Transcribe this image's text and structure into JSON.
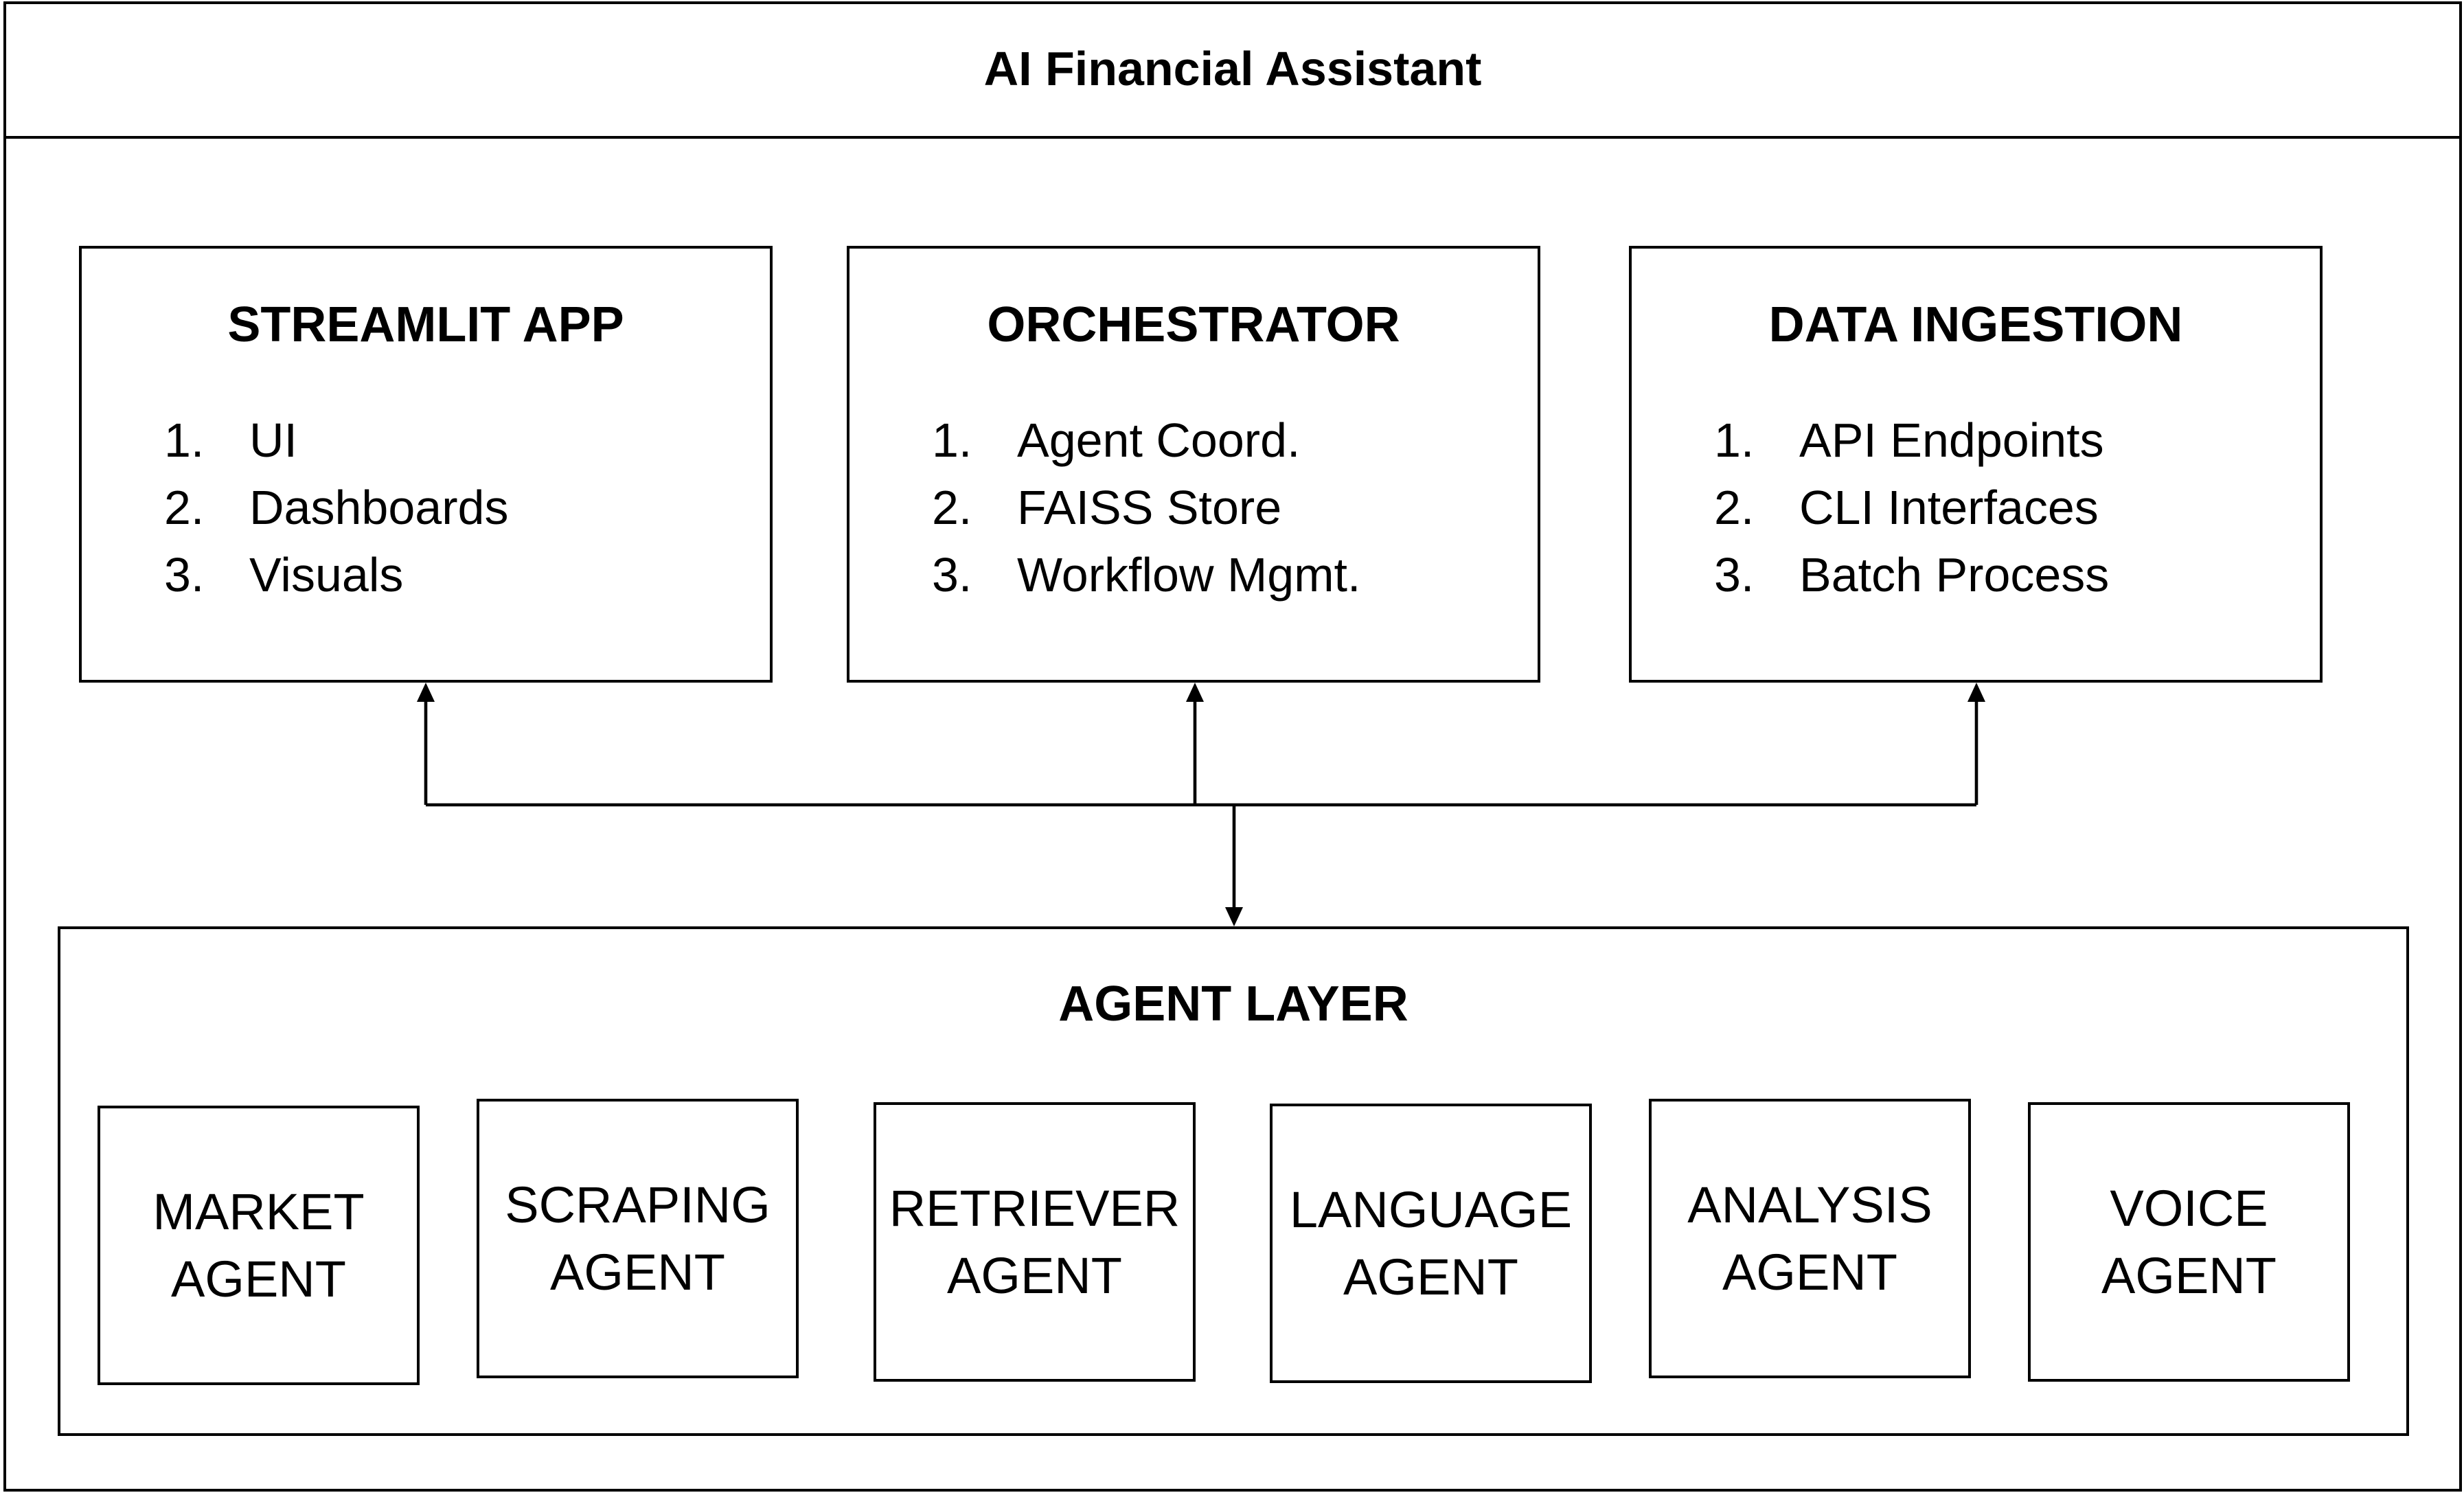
{
  "diagram": {
    "title": "AI Financial Assistant",
    "modules": [
      {
        "id": "streamlit",
        "title": "STREAMLIT APP",
        "items": [
          {
            "num": "1.",
            "text": "UI"
          },
          {
            "num": "2.",
            "text": "Dashboards"
          },
          {
            "num": "3.",
            "text": "Visuals"
          }
        ]
      },
      {
        "id": "orchestrator",
        "title": "ORCHESTRATOR",
        "items": [
          {
            "num": "1.",
            "text": "Agent Coord."
          },
          {
            "num": "2.",
            "text": "FAISS Store"
          },
          {
            "num": "3.",
            "text": "Workflow Mgmt."
          }
        ]
      },
      {
        "id": "ingestion",
        "title": "DATA INGESTION",
        "items": [
          {
            "num": "1.",
            "text": "API Endpoints"
          },
          {
            "num": "2.",
            "text": "CLI Interfaces"
          },
          {
            "num": "3.",
            "text": "Batch Process"
          }
        ]
      }
    ],
    "agent_layer": {
      "title": "AGENT LAYER",
      "agents": [
        {
          "label": "MARKET\nAGENT"
        },
        {
          "label": "SCRAPING\nAGENT"
        },
        {
          "label": "RETRIEVER\nAGENT"
        },
        {
          "label": "LANGUAGE\nAGENT"
        },
        {
          "label": "ANALYSIS\nAGENT"
        },
        {
          "label": "VOICE\nAGENT"
        }
      ]
    },
    "connections": [
      {
        "from": "agent_layer",
        "to": "streamlit",
        "direction": "to-target"
      },
      {
        "from": "agent_layer",
        "to": "orchestrator",
        "direction": "to-target"
      },
      {
        "from": "agent_layer",
        "to": "ingestion",
        "direction": "to-target"
      },
      {
        "from": "modules",
        "to": "agent_layer",
        "direction": "to-target"
      }
    ]
  }
}
